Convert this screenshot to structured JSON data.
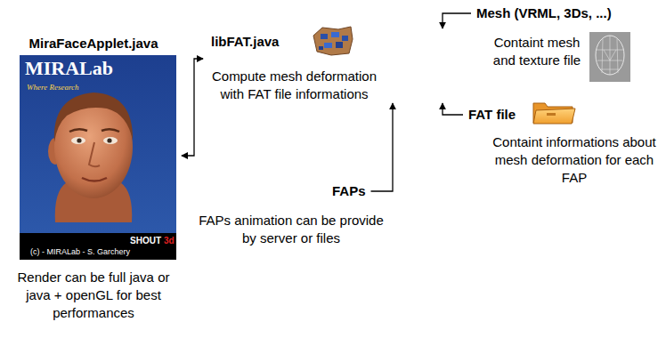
{
  "diagram": {
    "nodes": [
      {
        "text": [
          "MiraFaceApplet.java",
          "Render can be full java or java + openGL for best performances"
        ]
      },
      {
        "text": [
          "libFAT.java",
          "Compute mesh deformation with FAT file informations"
        ]
      },
      {
        "text": [
          "Mesh (VRML, 3Ds, ...)",
          "Containt mesh and texture file"
        ]
      },
      {
        "text": [
          "FAT file",
          "Containt informations about mesh deformation for each FAP"
        ]
      },
      {
        "text": [
          "FAPs",
          "FAPs animation can be provide by server or files"
        ]
      }
    ],
    "edges": [
      {
        "from": 0,
        "to": 1,
        "arrow": "both"
      },
      {
        "from": 2,
        "to": 1,
        "arrow": "to"
      },
      {
        "from": 3,
        "to": 1,
        "arrow": "to"
      },
      {
        "from": 4,
        "to": 1,
        "arrow": "to"
      }
    ],
    "labels": [
      "MIRALab",
      "Where Research",
      "SHOUT",
      "3d",
      "(c) - MIRALab - S. Garchery"
    ]
  }
}
